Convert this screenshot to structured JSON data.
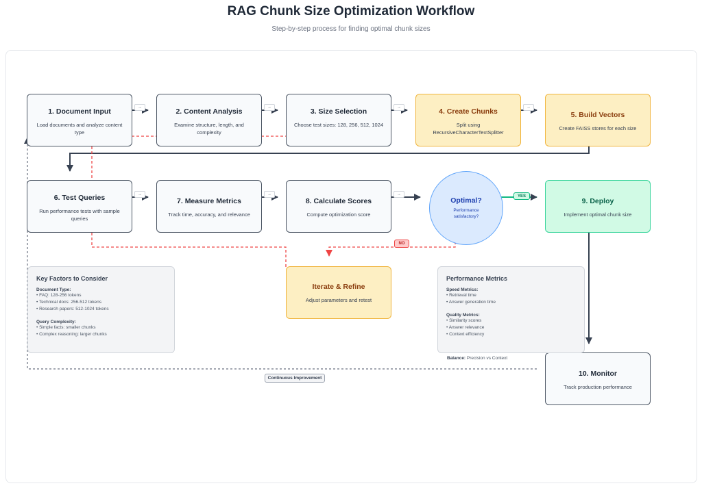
{
  "header": {
    "title": "RAG Chunk Size Optimization Workflow",
    "subtitle": "Step-by-step process for finding optimal chunk sizes"
  },
  "nodes": [
    {
      "id": "n1",
      "title": "1. Document Input",
      "desc": "Load documents and analyze content type",
      "style": "default"
    },
    {
      "id": "n2",
      "title": "2. Content Analysis",
      "desc": "Examine structure, length, and complexity",
      "style": "default"
    },
    {
      "id": "n3",
      "title": "3. Size Selection",
      "desc": "Choose test sizes: 128, 256, 512, 1024",
      "style": "default"
    },
    {
      "id": "n4",
      "title": "4. Create Chunks",
      "desc": "Split using RecursiveCharacterTextSplitter",
      "style": "orange"
    },
    {
      "id": "n5",
      "title": "5. Build Vectors",
      "desc": "Create FAISS stores for each size",
      "style": "orange"
    },
    {
      "id": "n6",
      "title": "6. Test Queries",
      "desc": "Run performance tests with sample queries",
      "style": "default"
    },
    {
      "id": "n7",
      "title": "7. Measure Metrics",
      "desc": "Track time, accuracy, and relevance",
      "style": "default"
    },
    {
      "id": "n8",
      "title": "8. Calculate Scores",
      "desc": "Compute optimization score",
      "style": "default"
    },
    {
      "id": "n9",
      "title": "9. Deploy",
      "desc": "Implement optimal chunk size",
      "style": "green"
    },
    {
      "id": "n10",
      "title": "10. Monitor",
      "desc": "Track production performance",
      "style": "default"
    },
    {
      "id": "refine",
      "title": "Iterate & Refine",
      "desc": "Adjust parameters and retest",
      "style": "orange"
    }
  ],
  "decision": {
    "title": "Optimal?",
    "desc": "Performance satisfactory?"
  },
  "labels": {
    "no": "NO",
    "yes": "YES",
    "loop": "Continuous Improvement",
    "step_marker": "→"
  },
  "key_factors": {
    "title": "Key Factors to Consider",
    "doc_type_heading": "Document Type:",
    "doc_type_items": [
      "• FAQ: 128-256 tokens",
      "• Technical docs: 256-512 tokens",
      "• Research papers: 512-1024 tokens"
    ],
    "query_heading": "Query Complexity:",
    "query_items": [
      "• Simple facts: smaller chunks",
      "• Complex reasoning: larger chunks"
    ]
  },
  "performance_metrics": {
    "title": "Performance Metrics",
    "speed_heading": "Speed Metrics:",
    "speed_items": [
      "• Retrieval time",
      "• Answer generation time"
    ],
    "quality_heading": "Quality Metrics:",
    "quality_items": [
      "• Similarity scores",
      "• Answer relevance",
      "• Context efficiency"
    ],
    "balance_label": "Balance:",
    "balance_value": "Precision vs Context"
  },
  "colors": {
    "default_fill": "#f8fafc",
    "default_border": "#4b5563",
    "orange_fill": "#fdefc3",
    "orange_border": "#f0b43c",
    "green_fill": "#d1fae5",
    "green_border": "#34d399",
    "decision_fill": "#dbeafe",
    "decision_border": "#60a5fa",
    "arrow": "#374151",
    "no_path": "#ef4444",
    "yes_path": "#10b981",
    "loop": "#6b7280"
  }
}
